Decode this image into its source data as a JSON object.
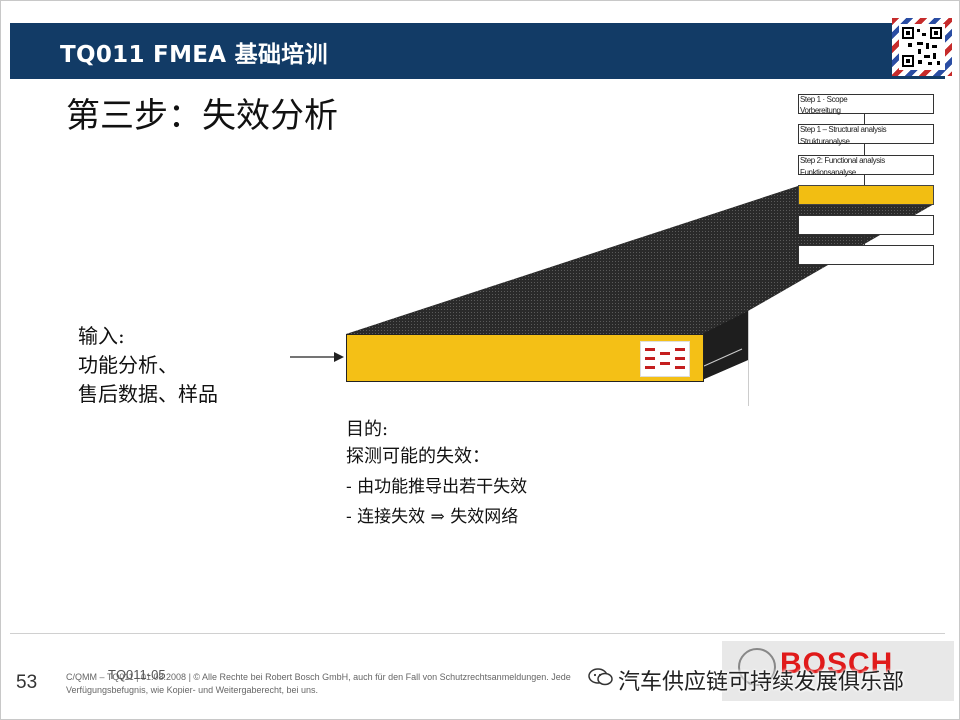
{
  "header": {
    "title": "TQ011 FMEA 基础培训"
  },
  "slide": {
    "title": "第三步：失效分析"
  },
  "process_steps": {
    "lines": [
      "Step 1 · Scope",
      "Vorbereitung",
      "Step 1 – Structural analysis",
      "Strukturanalyse",
      "Step 2: Functional analysis",
      "Funktionsanalyse"
    ],
    "active_color": "#f2be12"
  },
  "input_block": {
    "label": "输入:",
    "line1": "功能分析、",
    "line2": "售后数据、样品"
  },
  "goal_block": {
    "label": "目的:",
    "line1": "探测可能的失效：",
    "bullet1": "- 由功能推导出若干失效",
    "bullet2": "- 连接失效 ⇒ 失效网络"
  },
  "footer": {
    "page_number": "53",
    "line1": "C/QMM – TQ011 | 01.08.2008 | © Alle Rechte bei Robert Bosch GmbH, auch für den Fall von Schutzrechtsanmeldungen. Jede",
    "line2": "Verfügungsbefugnis, wie Kopier- und Weitergaberecht, bei uns.",
    "code": "TQ011-05",
    "logo": "BOSCH",
    "watermark": "汽车供应链可持续发展俱乐部"
  },
  "colors": {
    "header": "#123b66",
    "accent_yellow": "#f4c016",
    "bosch_red": "#e01a1a"
  }
}
